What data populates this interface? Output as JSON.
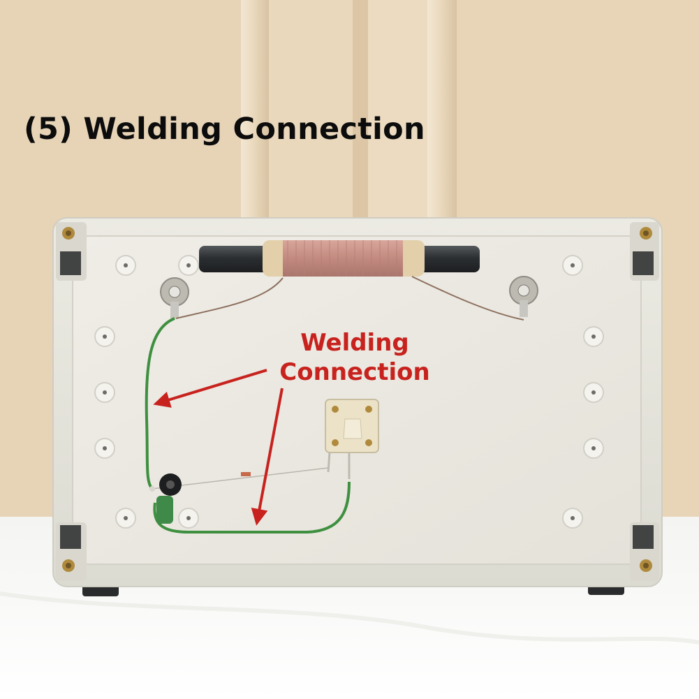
{
  "title": {
    "text": "(5) Welding Connection"
  },
  "annotation": {
    "line1": "Welding",
    "line2": "Connection",
    "color": "#c8221e"
  },
  "colors": {
    "wall": "#e9d6b9",
    "enclosure": "#e8e6dc",
    "wire": "#3e8f3f",
    "coil": "#c9948a",
    "arrow": "#c8221e"
  }
}
